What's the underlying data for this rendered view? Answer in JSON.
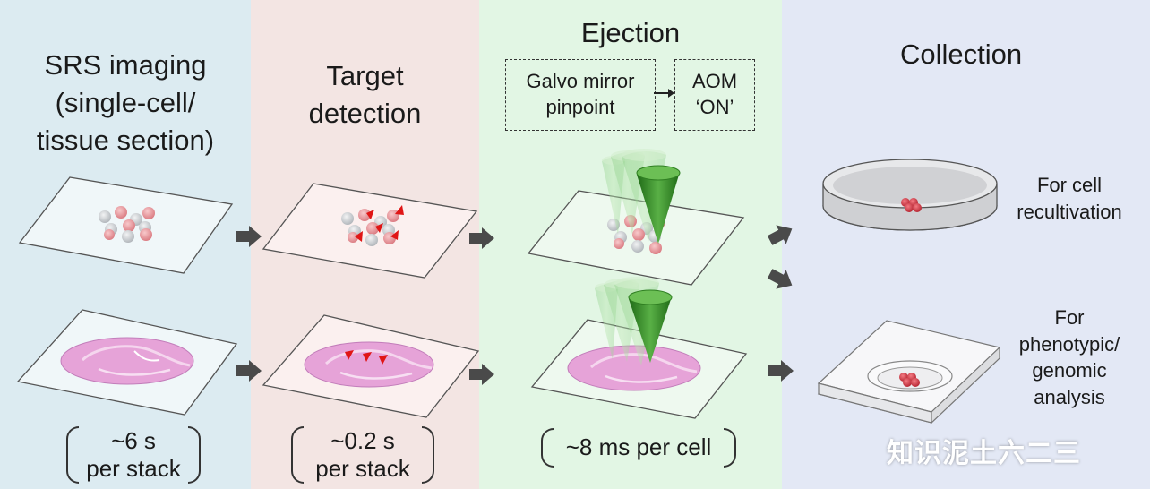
{
  "panels": {
    "imaging": {
      "title_line1": "SRS imaging",
      "title_line2": "(single-cell/",
      "title_line3": "tissue section)",
      "time_line1": "~6 s",
      "time_line2": "per stack"
    },
    "detection": {
      "title_line1": "Target",
      "title_line2": "detection",
      "time_line1": "~0.2 s",
      "time_line2": "per stack"
    },
    "ejection": {
      "title": "Ejection",
      "box_galvo": "Galvo mirror\npinpoint",
      "box_aom": "AOM\n‘ON’",
      "time": "~8 ms per cell"
    },
    "collection": {
      "title": "Collection",
      "label_top_line1": "For cell",
      "label_top_line2": "recultivation",
      "label_bottom_line1": "For",
      "label_bottom_line2": "phenotypic/",
      "label_bottom_line3": "genomic",
      "label_bottom_line4": "analysis"
    }
  },
  "watermark": "知识泥土六二三",
  "colors": {
    "panel_imaging": "#dcebf1",
    "panel_detection": "#f3e5e3",
    "panel_ejection": "#e2f6e4",
    "panel_collection": "#e3e8f5",
    "cell_red": "#e8959a",
    "cell_grey": "#cfd3d6",
    "marker_red": "#e01515",
    "tissue_pink": "#e6a3d8",
    "beam_green": "#2f8a23",
    "arrow_grey": "#4a4a4a"
  },
  "icons": [
    "arrow-right-icon",
    "laser-cone-icon",
    "petri-dish-icon",
    "well-plate-icon",
    "target-marker-icon"
  ]
}
